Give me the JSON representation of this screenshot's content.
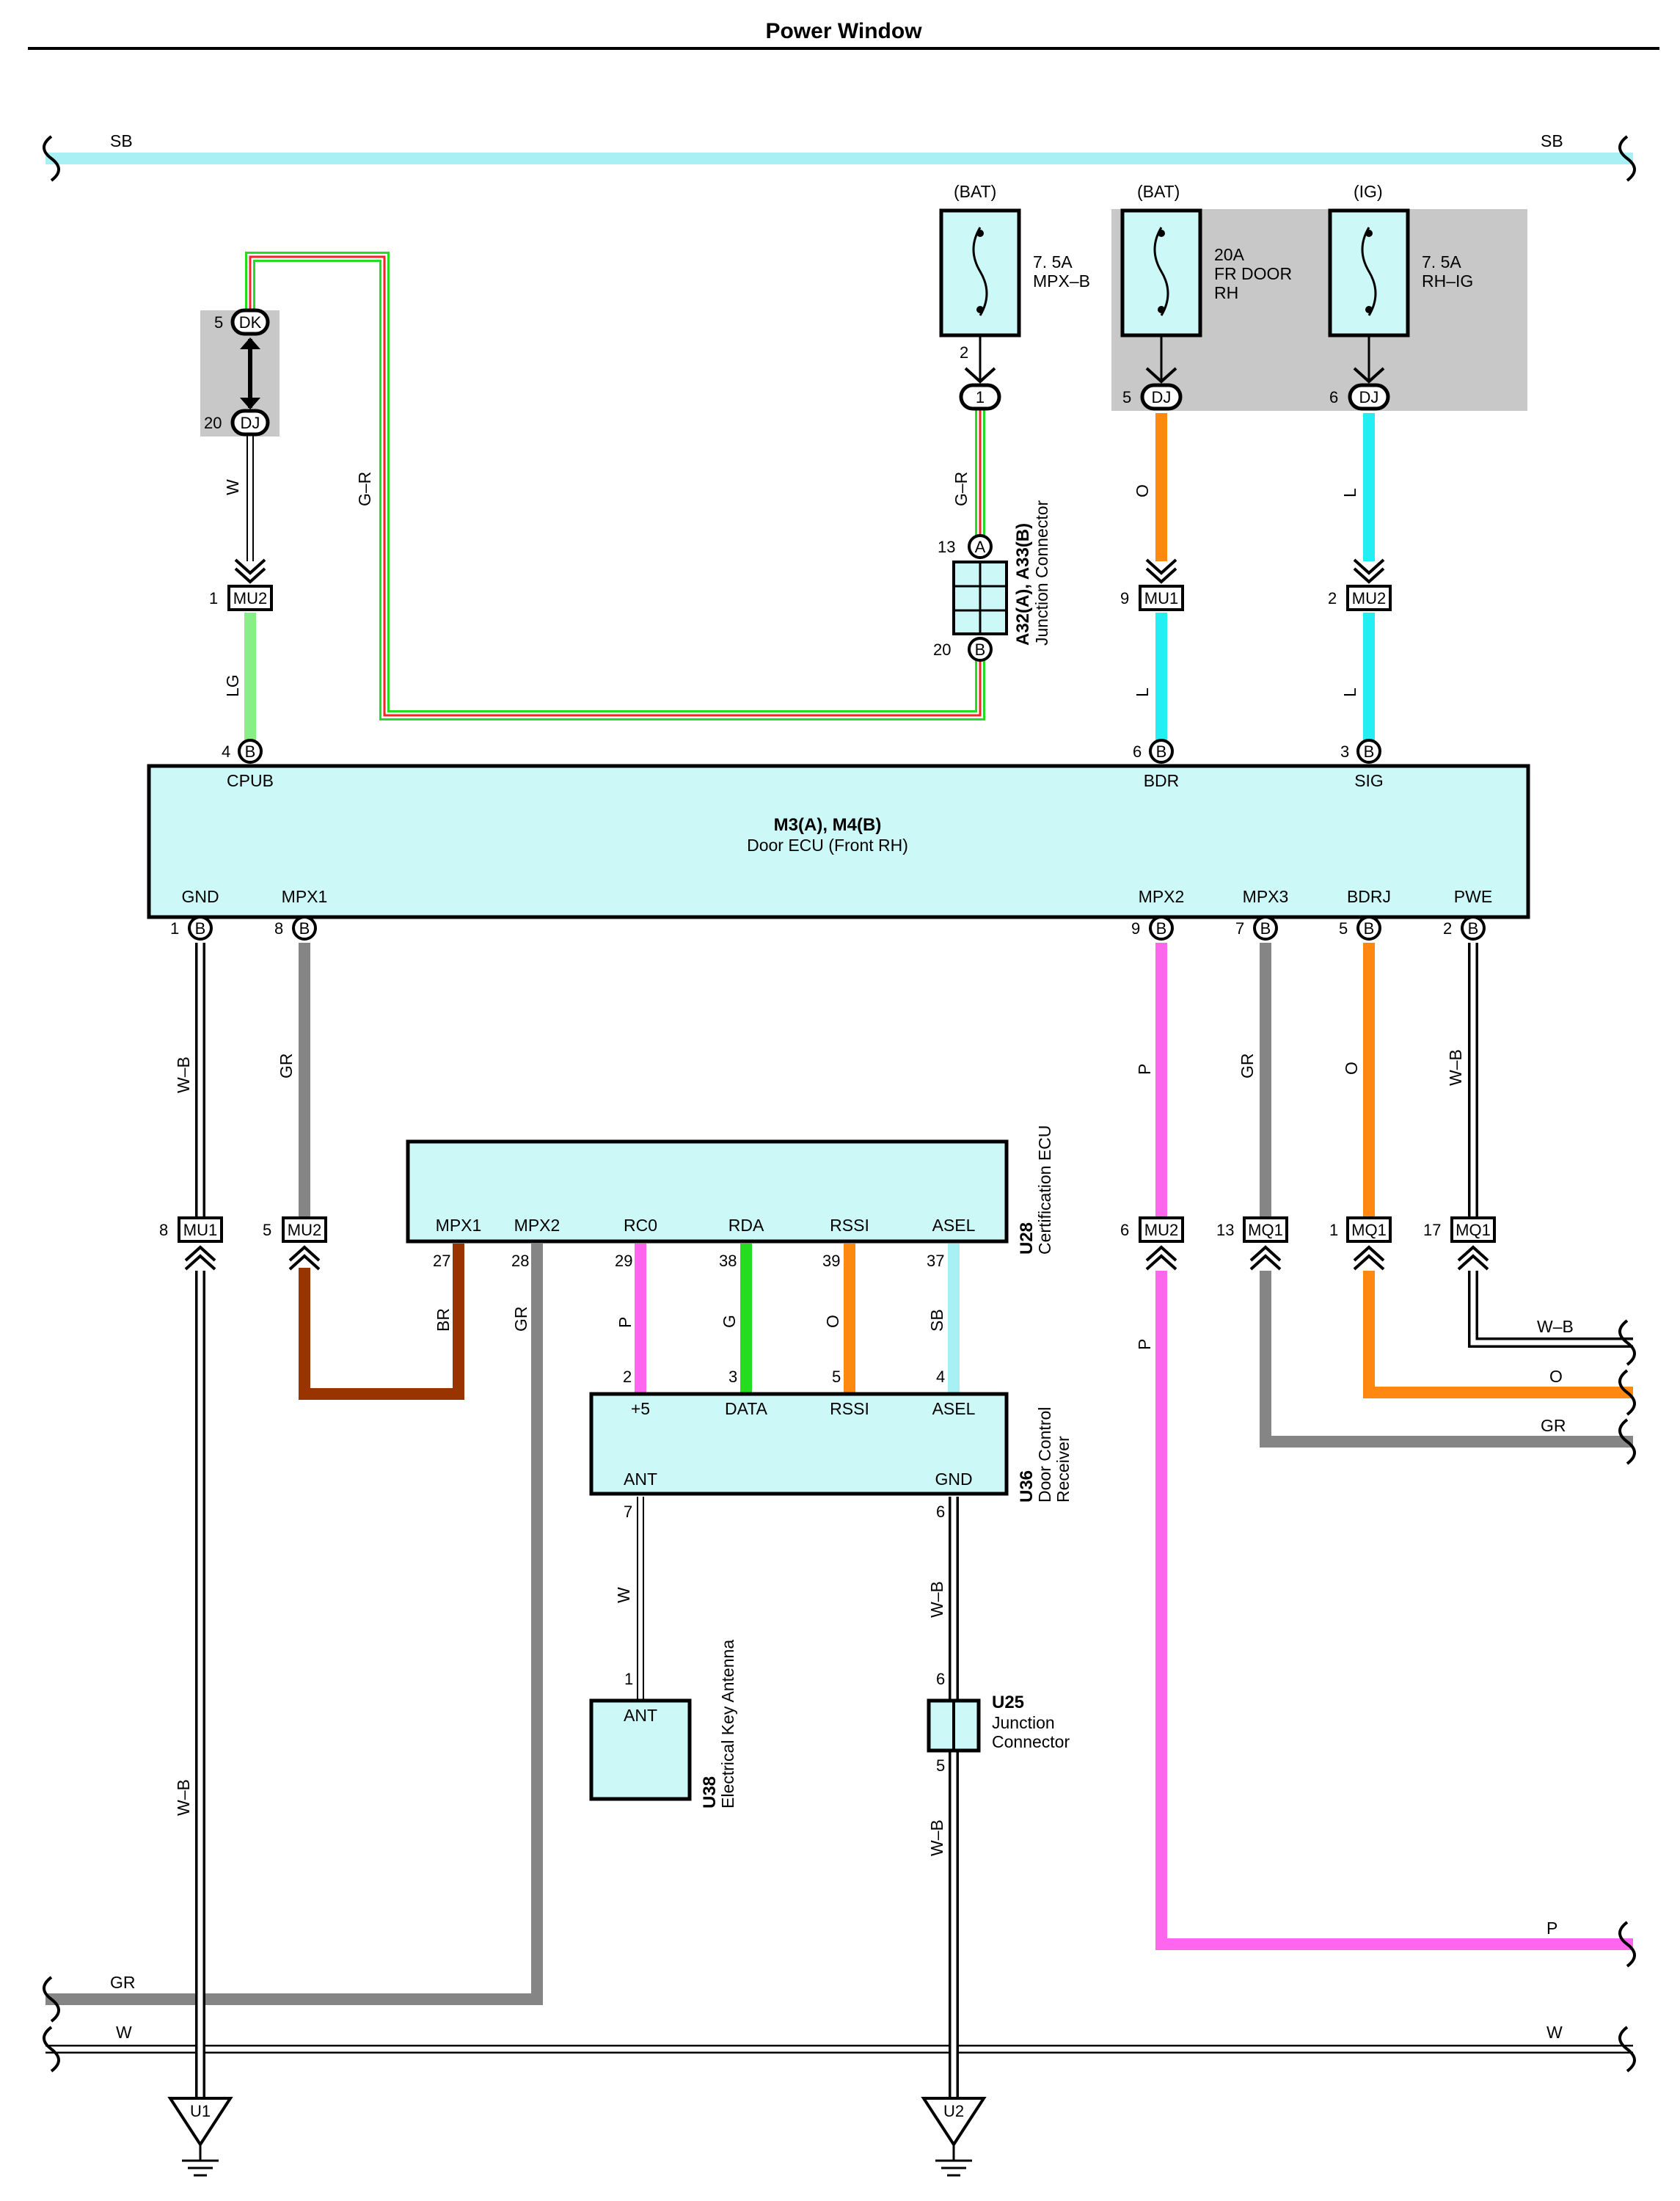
{
  "title": "Power Window",
  "colors": {
    "SB": "#a8f0f4",
    "G": "#22dd22",
    "R": "#ff2222",
    "W": "#ffffff",
    "LG": "#88ee88",
    "O": "#ff8811",
    "L": "#22eef4",
    "GR": "#858585",
    "P": "#ff66ee",
    "BR": "#993300",
    "B": "#000000",
    "box": "#ccf8f8",
    "shade": "#c8c8c8"
  },
  "wires": {
    "sb_top": "SB",
    "w_left": "W",
    "gr_top": "G–R",
    "gr_jc": "G–R",
    "lg": "LG",
    "o_mu1": "O",
    "l_mu1": "L",
    "l_ig": "L",
    "l_mu2": "L",
    "wb_gnd": "W–B",
    "gr_mpx1": "GR",
    "p_mpx2": "P",
    "gr_mpx3": "GR",
    "o_bdrj": "O",
    "wb_pwe": "W–B",
    "br": "BR",
    "gr_cert": "GR",
    "p_rc0": "P",
    "g_rda": "G",
    "o_rssi": "O",
    "sb_asel": "SB",
    "p_low": "P",
    "w_ant": "W",
    "wb_u36": "W–B",
    "wb_u25": "W–B",
    "wb_low": "W–B",
    "wb_right": "W–B",
    "o_right": "O",
    "gr_right": "GR",
    "p_right": "P",
    "gr_bottom": "GR",
    "w_bottom_l": "W",
    "w_bottom_r": "W"
  },
  "fuses": [
    {
      "source": "(BAT)",
      "rating": "7. 5A",
      "name": "MPX–B",
      "pin": "2",
      "conn": "1"
    },
    {
      "source": "(BAT)",
      "rating": "20A",
      "name": "FR DOOR",
      "name2": "RH",
      "pin": "5",
      "conn": "DJ"
    },
    {
      "source": "(IG)",
      "rating": "7. 5A",
      "name": "RH–IG",
      "pin": "6",
      "conn": "DJ"
    }
  ],
  "splice": {
    "top_pin": "5",
    "top": "DK",
    "bottom_pin": "20",
    "bottom": "DJ"
  },
  "junction_a32": {
    "id": "A32(A), A33(B)",
    "name": "Junction Connector",
    "pin_a": "13",
    "a": "A",
    "pin_b": "20",
    "b": "B"
  },
  "inline_connectors": [
    {
      "pin": "1",
      "id": "MU2"
    },
    {
      "pin": "9",
      "id": "MU1"
    },
    {
      "pin": "2",
      "id": "MU2"
    },
    {
      "pin": "8",
      "id": "MU1"
    },
    {
      "pin": "5",
      "id": "MU2"
    },
    {
      "pin": "6",
      "id": "MU2"
    },
    {
      "pin": "13",
      "id": "MQ1"
    },
    {
      "pin": "1",
      "id": "MQ1"
    },
    {
      "pin": "17",
      "id": "MQ1"
    }
  ],
  "door_ecu": {
    "id": "M3(A), M4(B)",
    "name": "Door ECU (Front RH)",
    "top_pins": [
      {
        "pin": "4",
        "conn": "B",
        "label": "CPUB"
      },
      {
        "pin": "6",
        "conn": "B",
        "label": "BDR"
      },
      {
        "pin": "3",
        "conn": "B",
        "label": "SIG"
      }
    ],
    "bottom_pins": [
      {
        "pin": "1",
        "conn": "B",
        "label": "GND"
      },
      {
        "pin": "8",
        "conn": "B",
        "label": "MPX1"
      },
      {
        "pin": "9",
        "conn": "B",
        "label": "MPX2"
      },
      {
        "pin": "7",
        "conn": "B",
        "label": "MPX3"
      },
      {
        "pin": "5",
        "conn": "B",
        "label": "BDRJ"
      },
      {
        "pin": "2",
        "conn": "B",
        "label": "PWE"
      }
    ]
  },
  "cert_ecu": {
    "id": "U28",
    "name": "Certification ECU",
    "pins": [
      {
        "label": "MPX1",
        "pin": "27"
      },
      {
        "label": "MPX2",
        "pin": "28"
      },
      {
        "label": "RC0",
        "pin": "29"
      },
      {
        "label": "RDA",
        "pin": "38"
      },
      {
        "label": "RSSI",
        "pin": "39"
      },
      {
        "label": "ASEL",
        "pin": "37"
      }
    ]
  },
  "receiver": {
    "id": "U36",
    "name": "Door Control",
    "name2": "Receiver",
    "top_pins": [
      {
        "pin": "2",
        "label": "+5"
      },
      {
        "pin": "3",
        "label": "DATA"
      },
      {
        "pin": "5",
        "label": "RSSI"
      },
      {
        "pin": "4",
        "label": "ASEL"
      }
    ],
    "bottom_pins": [
      {
        "pin": "7",
        "label": "ANT"
      },
      {
        "pin": "6",
        "label": "GND"
      }
    ]
  },
  "antenna": {
    "id": "U38",
    "name": "Electrical Key Antenna",
    "pin": "1",
    "label": "ANT"
  },
  "u25": {
    "id": "U25",
    "name": "Junction",
    "name2": "Connector",
    "pin_top": "6",
    "pin_bottom": "5"
  },
  "grounds": [
    {
      "id": "U1"
    },
    {
      "id": "U2"
    }
  ]
}
